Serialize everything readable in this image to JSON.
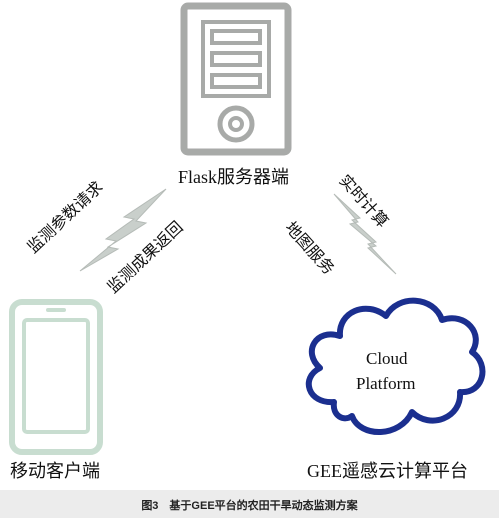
{
  "server": {
    "label": "Flask服务器端",
    "icon": "server-icon"
  },
  "mobile": {
    "label": "移动客户端",
    "icon": "phone-icon"
  },
  "cloud": {
    "line1": "Cloud",
    "line2": "Platform",
    "label": "GEE遥感云计算平台",
    "icon": "cloud-icon"
  },
  "links": {
    "left_request": "监测参数请求",
    "left_return": "监测成果返回",
    "right_compute": "实时计算",
    "right_map": "地图服务"
  },
  "caption": "图3　基于GEE平台的农田干旱动态监测方案",
  "colors": {
    "device_gray": "#a8aaa8",
    "lightning": "#c9cfcb",
    "phone_green": "#c8ddd0",
    "cloud_blue": "#1b2f8f"
  }
}
